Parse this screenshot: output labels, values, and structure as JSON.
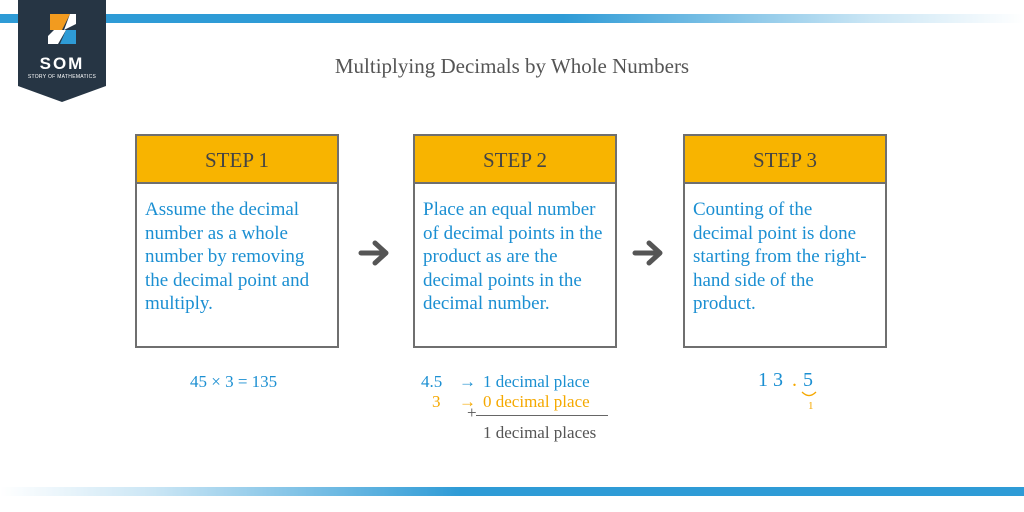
{
  "logo": {
    "text": "SOM",
    "subtext": "STORY OF MATHEMATICS"
  },
  "title": "Multiplying Decimals by Whole Numbers",
  "steps": [
    {
      "heading": "STEP 1",
      "body": "Assume the decimal number as a whole number by removing the decimal point and multiply."
    },
    {
      "heading": "STEP 2",
      "body": "Place an equal number of decimal points in the product as are the decimal points in the decimal number."
    },
    {
      "heading": "STEP 3",
      "body": "Counting of the decimal point is done starting from the right-hand side of the product."
    }
  ],
  "examples": {
    "step1": {
      "equation": "45 × 3 = 135"
    },
    "step2": {
      "row1": {
        "number": "4.5",
        "arrow": "→",
        "text": "1 decimal place"
      },
      "row2": {
        "number": "3",
        "arrow": "→",
        "text": "0 decimal place"
      },
      "plus": "+",
      "total": "1 decimal places"
    },
    "step3": {
      "digits": "1 3",
      "dot": ".",
      "last": "5",
      "count": "1"
    }
  },
  "colors": {
    "accent_blue": "#1b8fd2",
    "header_orange": "#f8b400",
    "band_blue": "#2e9bd6",
    "logo_dark": "#263544"
  },
  "icons": [
    "logo-icon",
    "arrow-right-icon"
  ]
}
